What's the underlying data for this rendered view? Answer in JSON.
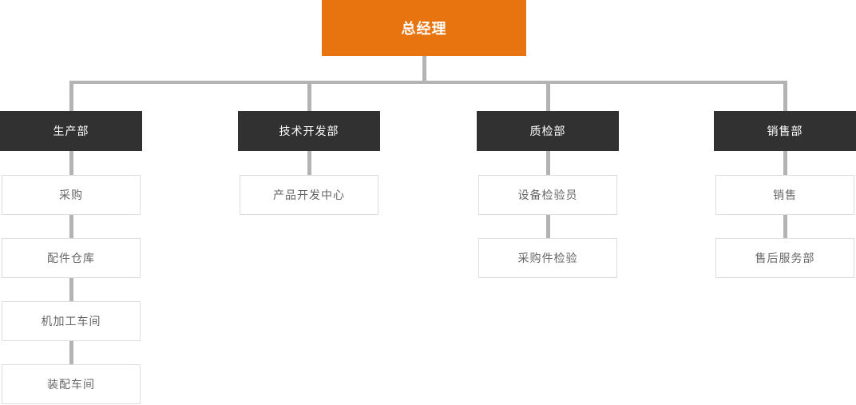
{
  "org_chart": {
    "root_label": "总经理",
    "departments": [
      {
        "label": "生产部",
        "children": [
          "采购",
          "配件仓库",
          "机加工车间",
          "装配车间"
        ]
      },
      {
        "label": "技术开发部",
        "children": [
          "产品开发中心"
        ]
      },
      {
        "label": "质检部",
        "children": [
          "设备检验员",
          "采购件检验"
        ]
      },
      {
        "label": "销售部",
        "children": [
          "销售",
          "售后服务部"
        ]
      }
    ]
  },
  "colors": {
    "root_bg": "#E8740F",
    "dept_bg": "#313131",
    "connector": "#B3B3B3",
    "child_border": "#DDDDDD",
    "child_text": "#666666",
    "root_text": "#FFFFFF"
  }
}
